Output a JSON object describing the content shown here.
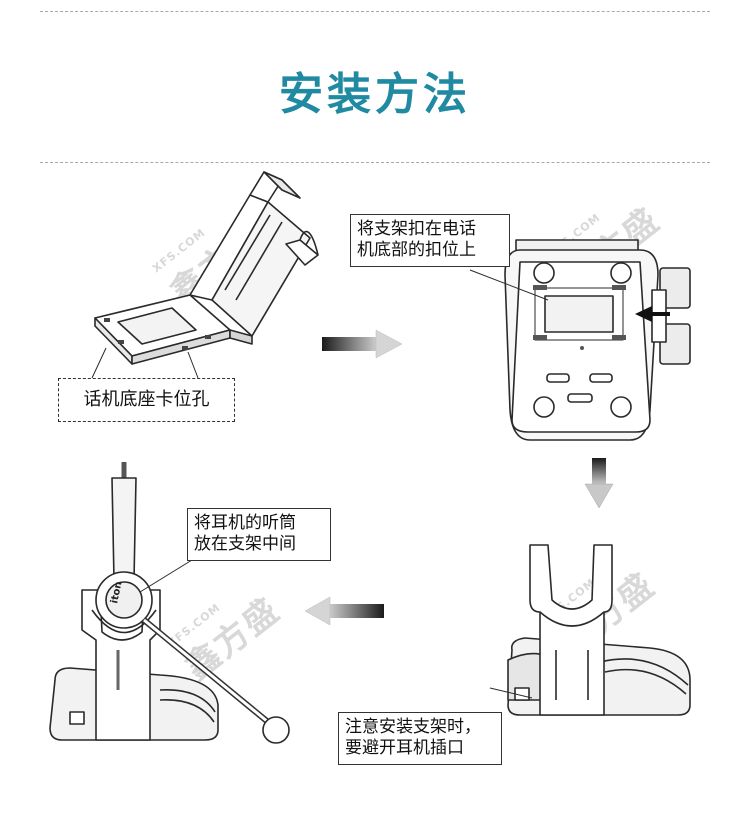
{
  "title": "安装方法",
  "labels": {
    "step1": "话机底座卡位孔",
    "step2": [
      "将支架扣在电话",
      "机底部的扣位上"
    ],
    "step3": [
      "注意安装支架时，",
      "要避开耳机插口"
    ],
    "step4": [
      "将耳机的听筒",
      "放在支架中间"
    ]
  },
  "device_text": {
    "headset_brand": "iton"
  },
  "watermark": {
    "site": "XFS.COM",
    "brand": "鑫方盛"
  },
  "colors": {
    "title": "#1f8aa1",
    "line": "#2a2a2a"
  }
}
